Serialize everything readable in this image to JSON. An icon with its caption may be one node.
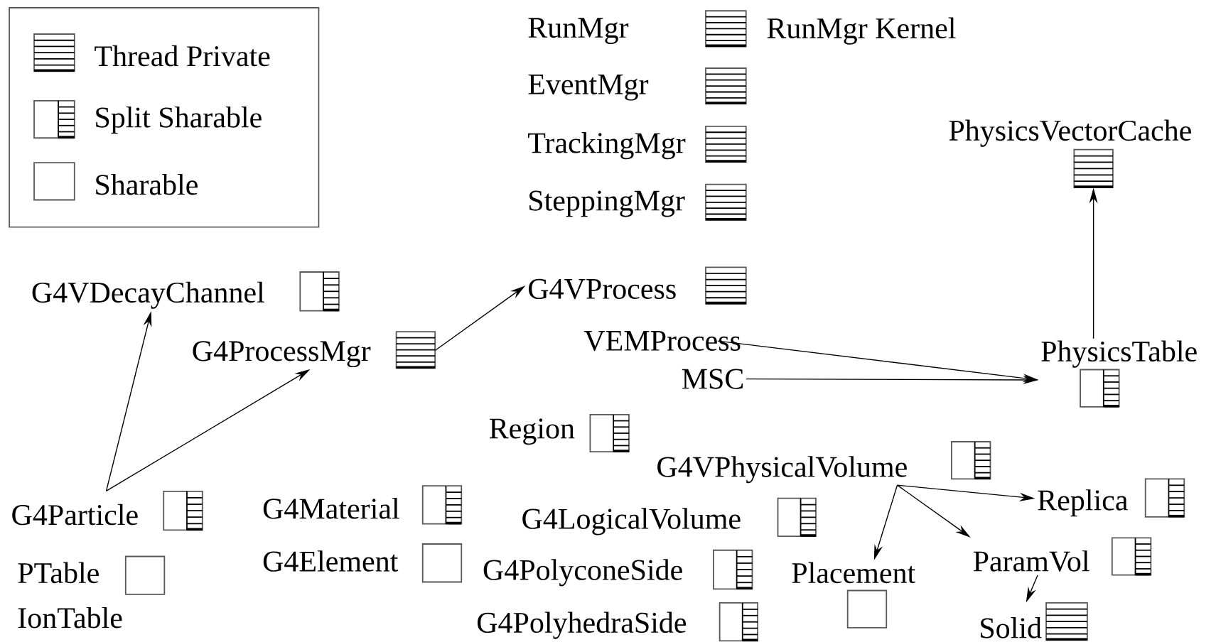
{
  "diagram": {
    "nodes": [
      {
        "text": [
          "RunMgr"
        ]
      },
      {
        "text": [
          "EventMgr"
        ]
      },
      {
        "text": [
          "PhysicsVectorCache"
        ]
      },
      {
        "text": [
          "TrackingMgr"
        ]
      },
      {
        "text": [
          "SteppingMgr"
        ]
      },
      {
        "text": [
          "G4VDecayChannel"
        ]
      },
      {
        "text": [
          "G4VProcess"
        ]
      },
      {
        "text": [
          "VEMProcess"
        ]
      },
      {
        "text": [
          "PhysicsTable"
        ]
      },
      {
        "text": [
          "G4ProcessMgr"
        ]
      },
      {
        "text": [
          "MSC"
        ]
      },
      {
        "text": [
          "Region"
        ]
      },
      {
        "text": [
          "G4VPhysicalVolume"
        ]
      },
      {
        "text": [
          "Replica"
        ]
      },
      {
        "text": [
          "G4Particle"
        ]
      },
      {
        "text": [
          "G4Material"
        ]
      },
      {
        "text": [
          "G4LogicalVolume"
        ]
      },
      {
        "text": [
          "G4Element"
        ]
      },
      {
        "text": [
          "ParamVol"
        ]
      },
      {
        "text": [
          "PTable"
        ]
      },
      {
        "text": [
          "G4PolyconeSide"
        ]
      },
      {
        "text": [
          "Placement"
        ]
      },
      {
        "text": [
          "IonTable"
        ]
      },
      {
        "text": [
          "G4PolyhedraSide"
        ]
      },
      {
        "text": [
          "Solid"
        ]
      }
    ],
    "edges": [
      {
        "from": 14,
        "to": 5,
        "arrow": "to"
      },
      {
        "from": 14,
        "to": 9,
        "arrow": "to"
      },
      {
        "from": 9,
        "to": 6,
        "arrow": "to"
      },
      {
        "from": 7,
        "to": 8,
        "arrow": "to"
      },
      {
        "from": 10,
        "to": 8,
        "arrow": "to"
      },
      {
        "from": 8,
        "to": 2,
        "arrow": "to"
      },
      {
        "from": 12,
        "to": 13,
        "arrow": "to"
      },
      {
        "from": 12,
        "to": 21,
        "arrow": "to"
      },
      {
        "from": 12,
        "to": 18,
        "arrow": "to"
      },
      {
        "from": 18,
        "to": 24,
        "arrow": "to"
      }
    ],
    "labels": [
      "RunMgr Kernel"
    ],
    "legend": [
      {
        "text": "Thread Private"
      },
      {
        "text": "Split Sharable"
      },
      {
        "text": "Sharable"
      }
    ]
  }
}
